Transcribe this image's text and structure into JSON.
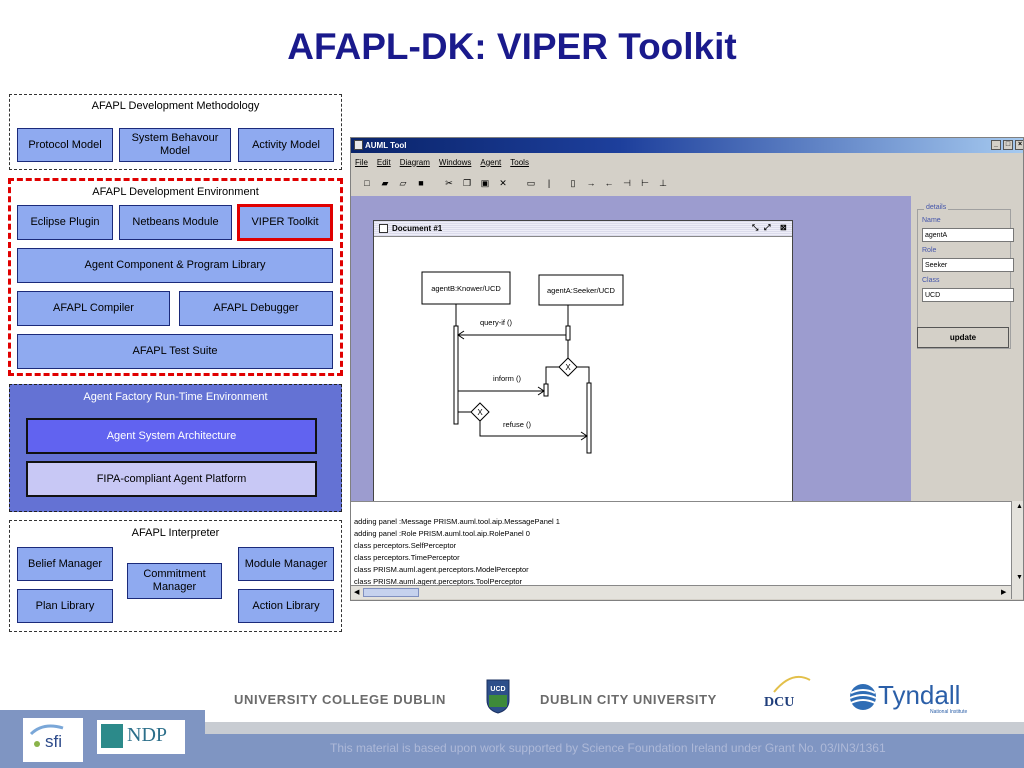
{
  "title": "AFAPL-DK: VIPER Toolkit",
  "methodology": {
    "label": "AFAPL Development Methodology",
    "items": [
      "Protocol Model",
      "System Behavour Model",
      "Activity Model"
    ]
  },
  "environment": {
    "label": "AFAPL Development Environment",
    "items": [
      "Eclipse Plugin",
      "Netbeans Module",
      "VIPER Toolkit"
    ],
    "library": "Agent Component & Program Library",
    "compiler": "AFAPL Compiler",
    "debugger": "AFAPL Debugger",
    "test_suite": "AFAPL Test Suite"
  },
  "runtime": {
    "label": "Agent Factory Run-Time Environment",
    "architecture": "Agent System Architecture",
    "platform": "FIPA-compliant Agent Platform"
  },
  "interpreter": {
    "label": "AFAPL Interpreter",
    "belief": "Belief Manager",
    "module": "Module Manager",
    "commitment": "Commitment Manager",
    "plan": "Plan Library",
    "action": "Action Library"
  },
  "app": {
    "window_title": "AUML Tool",
    "menus": [
      "File",
      "Edit",
      "Diagram",
      "Windows",
      "Agent",
      "Tools"
    ],
    "toolbar_icons": [
      "new-icon",
      "open-icon",
      "save-as-icon",
      "save-icon",
      "cut-icon",
      "copy-icon",
      "paste-icon",
      "delete-icon",
      "rectangle-icon",
      "line-icon",
      "lifeline-icon",
      "arrow-right-icon",
      "arrow-left-icon",
      "arrow-end-icon",
      "arrow-start-icon",
      "baseline-icon"
    ],
    "document_title": "Document #1",
    "diagram": {
      "lifeline_b": "agentB:Knower/UCD",
      "lifeline_a": "agentA:Seeker/UCD",
      "msg_query": "query-if ()",
      "msg_inform": "inform ()",
      "msg_refuse": "refuse ()",
      "xor": "X"
    },
    "details": {
      "legend": "details",
      "name_label": "Name",
      "name_value": "agentA",
      "role_label": "Role",
      "role_value": "Seeker",
      "class_label": "Class",
      "class_value": "UCD",
      "update_button": "update"
    },
    "console": [
      "adding panel :Message PRISM.auml.tool.aip.MessagePanel 1",
      "adding panel :Role PRISM.auml.tool.aip.RolePanel 0",
      "class perceptors.SelfPerceptor",
      "class perceptors.TimePerceptor",
      "class PRISM.auml.agent.perceptors.ModelPerceptor",
      "class PRISM.auml.agent.perceptors.ToolPerceptor"
    ]
  },
  "footer": {
    "ucd": "UNIVERSITY COLLEGE DUBLIN",
    "ucd_logo_text": "UCD",
    "dcu": "DUBLIN CITY UNIVERSITY",
    "dcu_logo_text": "DCU",
    "tyndall": "Tyndall",
    "tyndall_sub": "National Institute",
    "sfi": "sfi",
    "ndp": "NDP",
    "note": "This material is based upon work supported by Science Foundation Ireland under Grant No. 03/IN3/1361"
  }
}
